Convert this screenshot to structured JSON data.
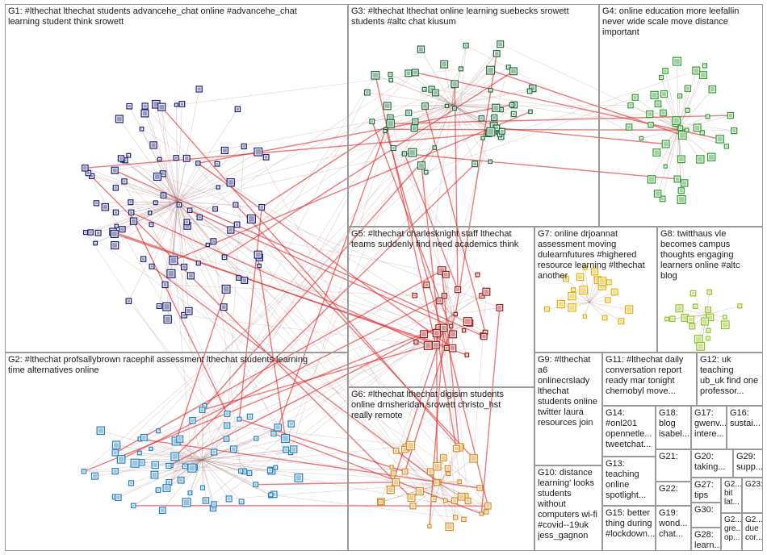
{
  "groups": [
    {
      "id": "G1",
      "label": "G1: #lthechat lthechat students advancehe_chat online #advancehe_chat\nlearning student think srowett",
      "color": "#1b1f6e"
    },
    {
      "id": "G2",
      "label": "G2: #lthechat profsallybrown racephil assessment lthechat students learning\ntime alternatives online",
      "color": "#1f7fbf"
    },
    {
      "id": "G3",
      "label": "G3: #lthechat lthechat online learning suebecks srowett\nstudents #altc chat kiusum",
      "color": "#1a6b3a"
    },
    {
      "id": "G4",
      "label": "G4: online education more leefallin\nnever wide scale move distance\nimportant",
      "color": "#2e9a2e"
    },
    {
      "id": "G5",
      "label": "G5: #lthechat charlesknight staff lthechat\nteams suddenly find need academics think",
      "color": "#a01818"
    },
    {
      "id": "G6",
      "label": "G6: #lthechat lthechat digisim students\nonline drnsheridan srowett christo_hst\nreally remote",
      "color": "#d98a1a"
    },
    {
      "id": "G7",
      "label": "G7: online drjoannat\nassessment moving\ndulearnfutures #highered\nresource learning #lthechat\nanother",
      "color": "#e0b000"
    },
    {
      "id": "G8",
      "label": "G8: twitthaus vle\nbecomes campus\nthoughts engaging\nlearners online #altc\nblog",
      "color": "#8fbf1f"
    },
    {
      "id": "G9",
      "label": "G9: #lthechat\na6\nonlinecrslady\nlthechat\nstudents online\ntwitter laura\nresources join",
      "color": "#b03a8a"
    },
    {
      "id": "G10",
      "label": "G10: distance\nlearning' looks\nstudents\nwithout\ncomputers wi-fi\n#covid--19uk\njess_gagnon",
      "color": "#7a3ab0"
    },
    {
      "id": "G11",
      "label": "G11: #lthechat daily\nconversation report\nready mar tonight\nchernobyl move...",
      "color": "#3a3ab0"
    },
    {
      "id": "G12",
      "label": "G12: uk\nteaching\nub_uk find one\nprofessor...",
      "color": "#b03a3a"
    },
    {
      "id": "G13",
      "label": "G13:\nteaching\nonline\nspotlight...",
      "color": "#3a8ab0"
    },
    {
      "id": "G14",
      "label": "G14:\n#onl201\nopennetle...\ntweetchat...",
      "color": "#8ab03a"
    },
    {
      "id": "G15",
      "label": "G15: better\nthing during\n#lockdown...",
      "color": "#b07a3a"
    },
    {
      "id": "G16",
      "label": "G16:\nsustai...",
      "color": "#3ab08a"
    },
    {
      "id": "G17",
      "label": "G17:\ngwenv...\nintere...",
      "color": "#8a3ab0"
    },
    {
      "id": "G18",
      "label": "G18:\nblog\nisabel...",
      "color": "#b0b03a"
    },
    {
      "id": "G19",
      "label": "G19:\nwond...\nchat...",
      "color": "#3ab0b0"
    },
    {
      "id": "G20",
      "label": "G20:\ntaking...",
      "color": "#b03a6a"
    },
    {
      "id": "G21",
      "label": "G21:",
      "color": "#6a6a6a"
    },
    {
      "id": "G22",
      "label": "G22:",
      "color": "#6a6a6a"
    },
    {
      "id": "G23",
      "label": "G23:",
      "color": "#6a6a6a"
    },
    {
      "id": "G27",
      "label": "G27:\ntips",
      "color": "#6a6a6a"
    },
    {
      "id": "G28",
      "label": "G28:\nlearn...",
      "color": "#6a6a6a"
    },
    {
      "id": "G29",
      "label": "G29:\nsupp...",
      "color": "#6a6a6a"
    },
    {
      "id": "G30",
      "label": "G30:",
      "color": "#6a6a6a"
    },
    {
      "id": "G2a",
      "label": "G2...\nbit\nlat...",
      "color": "#6a6a6a"
    },
    {
      "id": "G2b",
      "label": "G2...\ngre...\nop...",
      "color": "#6a6a6a"
    },
    {
      "id": "G2c",
      "label": "G2...\ndue\ncor...",
      "color": "#6a6a6a"
    }
  ],
  "edge_color": "#9a6a6a",
  "strong_edge_color": "#e02020"
}
